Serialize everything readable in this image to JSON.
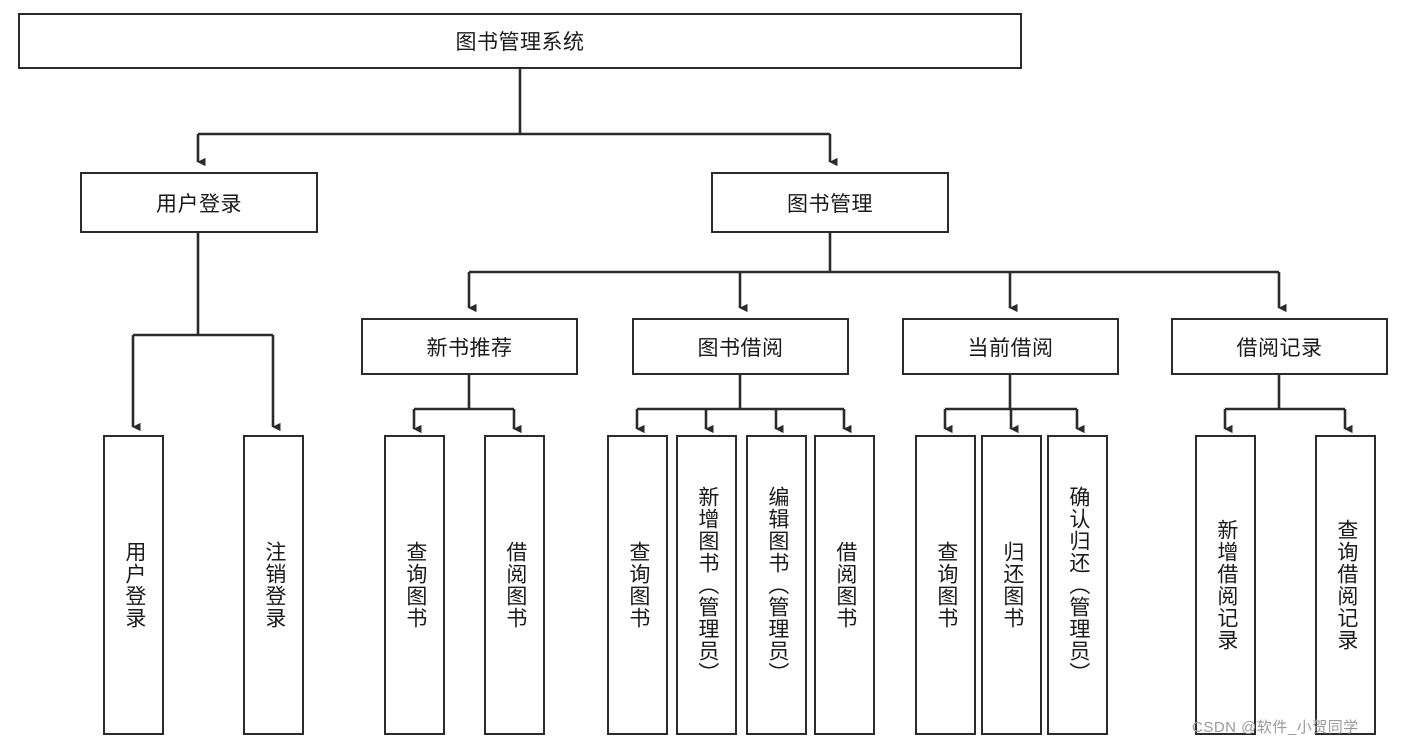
{
  "diagram": {
    "title": "图书管理系统",
    "type": "tree-hierarchy-chart",
    "root": {
      "label": "图书管理系统"
    },
    "level2": [
      {
        "label": "用户登录"
      },
      {
        "label": "图书管理"
      }
    ],
    "level3": [
      {
        "label": "新书推荐"
      },
      {
        "label": "图书借阅"
      },
      {
        "label": "当前借阅"
      },
      {
        "label": "借阅记录"
      }
    ],
    "leaves": {
      "user_login": [
        {
          "label": "用户登录"
        },
        {
          "label": "注销登录"
        }
      ],
      "new_book_recommend": [
        {
          "label": "查询图书"
        },
        {
          "label": "借阅图书"
        }
      ],
      "book_borrow": [
        {
          "label": "查询图书"
        },
        {
          "label": "新增图书（管理员）"
        },
        {
          "label": "编辑图书（管理员）"
        },
        {
          "label": "借阅图书"
        }
      ],
      "current_borrow": [
        {
          "label": "查询图书"
        },
        {
          "label": "归还图书"
        },
        {
          "label": "确认归还（管理员）"
        }
      ],
      "borrow_record": [
        {
          "label": "新增借阅记录"
        },
        {
          "label": "查询借阅记录"
        }
      ]
    }
  },
  "watermark": {
    "text": "CSDN @软件_小贺同学"
  },
  "colors": {
    "stroke": "#2b2b2b",
    "background": "#ffffff",
    "text": "#1a1a1a",
    "watermark": "#9a9a9a"
  }
}
